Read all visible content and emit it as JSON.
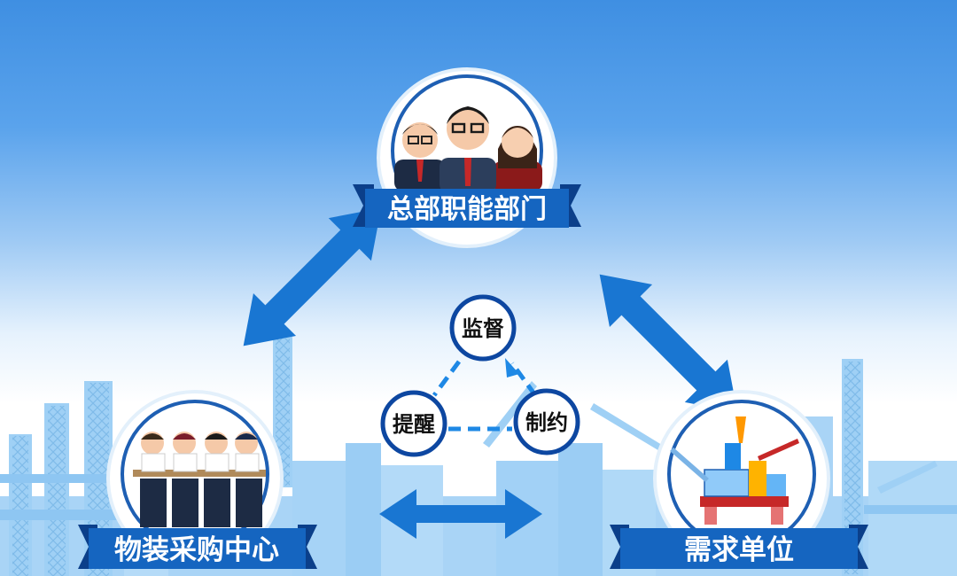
{
  "nodes": {
    "top": {
      "label": "总部职能部门"
    },
    "left": {
      "label": "物装采购中心"
    },
    "right": {
      "label": "需求单位"
    }
  },
  "center": {
    "top": "监督",
    "left": "提醒",
    "right": "制约"
  },
  "colors": {
    "ribbon": "#1565c0",
    "ribbon_dark": "#0b3f8a",
    "arrow": "#1976d2",
    "circle_border": "#0d47a1",
    "skyline": "#9fd0f5",
    "skyline_dark": "#6fb3ea"
  }
}
